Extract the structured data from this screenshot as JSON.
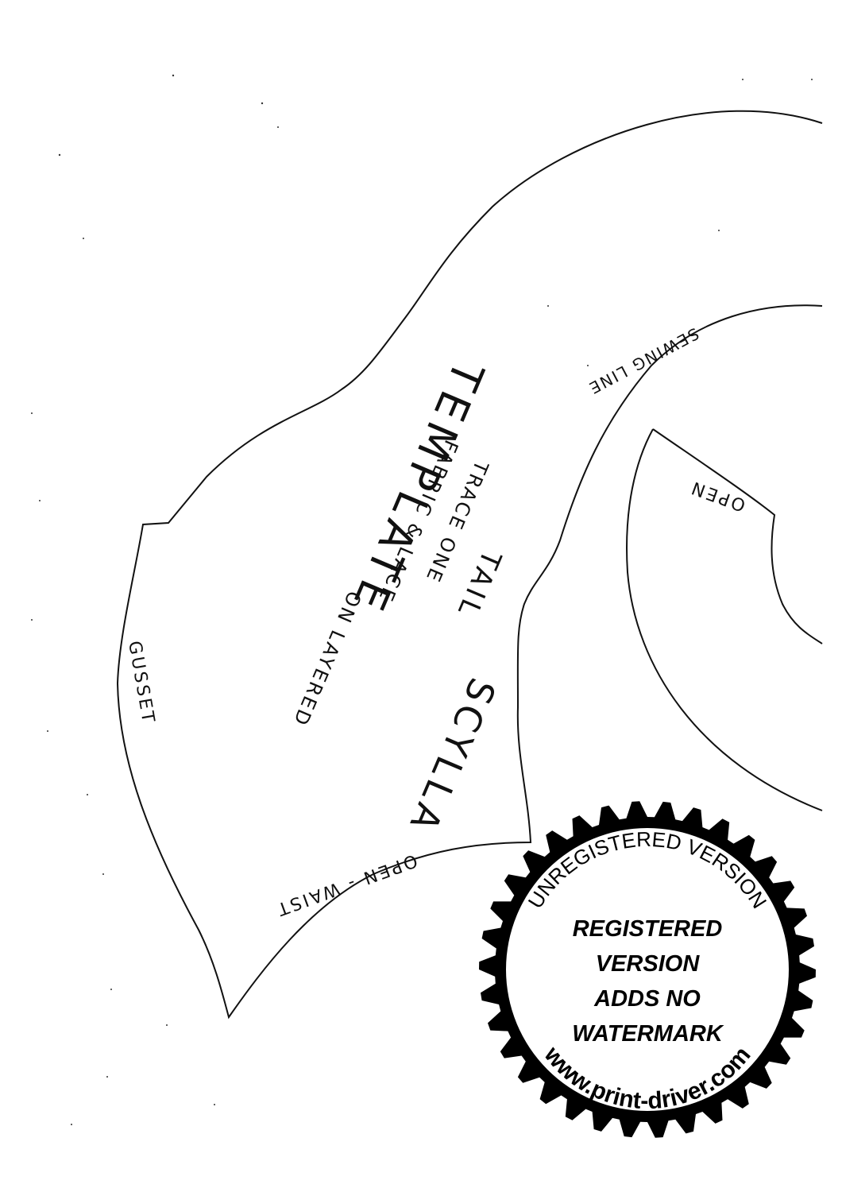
{
  "template": {
    "title": "TEMPLATE",
    "instruction_line1": "TRACE ONE",
    "instruction_line2": "FABRIC & LACE",
    "instruction_line3": "ON LAYERED",
    "piece_name": "TAIL",
    "design_name": "SCYLLA",
    "label_gusset": "GUSSET",
    "label_waist": "OPEN - WAIST",
    "label_sewing_line": "SEWING LINE",
    "label_open": "OPEN"
  },
  "watermark": {
    "ring_top": "UNREGISTERED VERSION",
    "ring_bottom": "www.print-driver.com",
    "line1": "REGISTERED",
    "line2": "VERSION",
    "line3": "ADDS NO",
    "line4": "WATERMARK"
  }
}
